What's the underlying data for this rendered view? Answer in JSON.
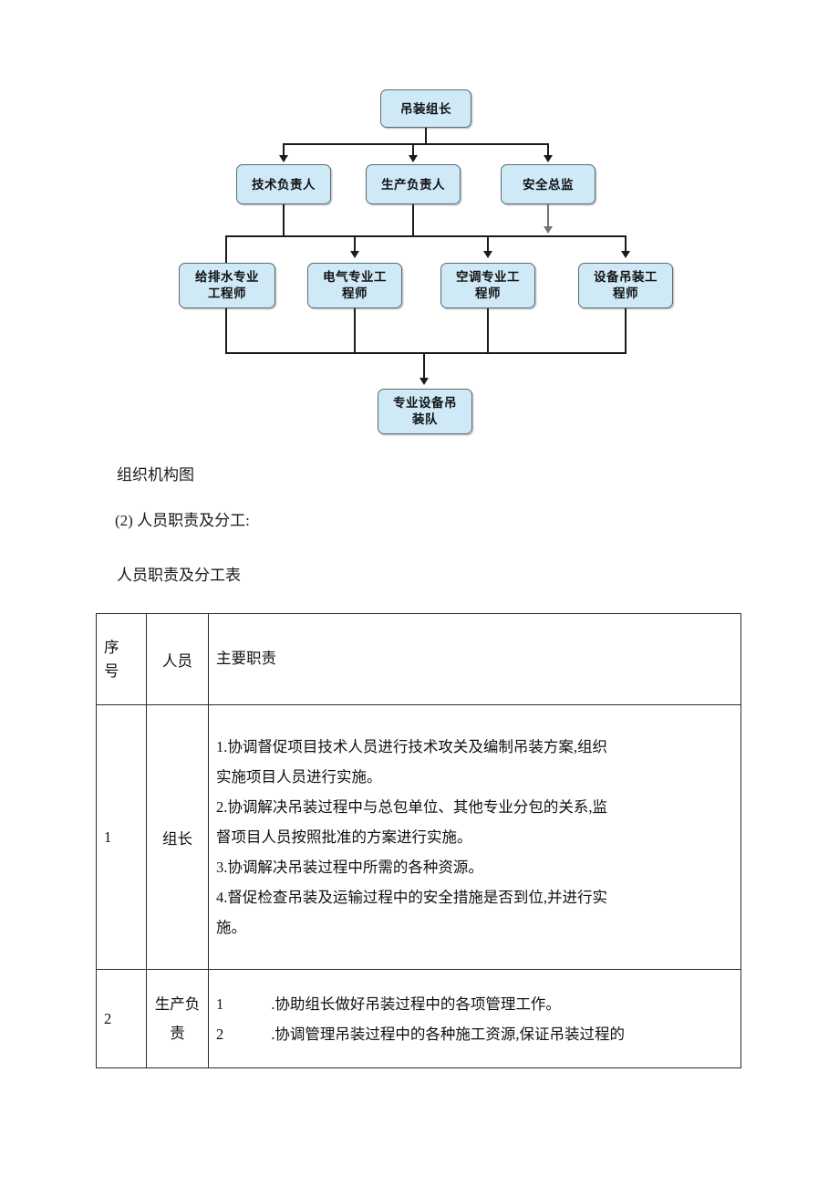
{
  "org_chart": {
    "title_caption": "组织机构图",
    "box_fill": "#cfe9f7",
    "box_border": "#5a6b74",
    "level1": [
      {
        "label": "吊装组长"
      }
    ],
    "level2": [
      {
        "label": "技术负责人"
      },
      {
        "label": "生产负责人"
      },
      {
        "label": "安全总监"
      }
    ],
    "level3": [
      {
        "line1": "给排水专业",
        "line2": "工程师"
      },
      {
        "line1": "电气专业工",
        "line2": "程师"
      },
      {
        "line1": "空调专业工",
        "line2": "程师"
      },
      {
        "line1": "设备吊装工",
        "line2": "程师"
      }
    ],
    "level4": [
      {
        "line1": "专业设备吊",
        "line2": "装队"
      }
    ]
  },
  "body": {
    "section_heading": "(2) 人员职责及分工:",
    "table_title": "人员职责及分工表"
  },
  "table": {
    "headers": {
      "no_line1": "序",
      "no_line2": "号",
      "person": "人员",
      "duty": "主要职责"
    },
    "rows": [
      {
        "no": "1",
        "person": "组长",
        "duties": [
          "1.协调督促项目技术人员进行技术攻关及编制吊装方案,组织",
          "实施项目人员进行实施。",
          "2.协调解决吊装过程中与总包单位、其他专业分包的关系,监",
          "督项目人员按照批准的方案进行实施。",
          "3.协调解决吊装过程中所需的各种资源。",
          "4.督促检查吊装及运输过程中的安全措施是否到位,并进行实",
          "施。"
        ]
      },
      {
        "no": "2",
        "person_line1": "生产负",
        "person_line2": "责",
        "duties_numbered": [
          {
            "num": "1",
            "text": ".协助组长做好吊装过程中的各项管理工作。"
          },
          {
            "num": "2",
            "text": ".协调管理吊装过程中的各种施工资源,保证吊装过程的"
          }
        ]
      }
    ]
  }
}
